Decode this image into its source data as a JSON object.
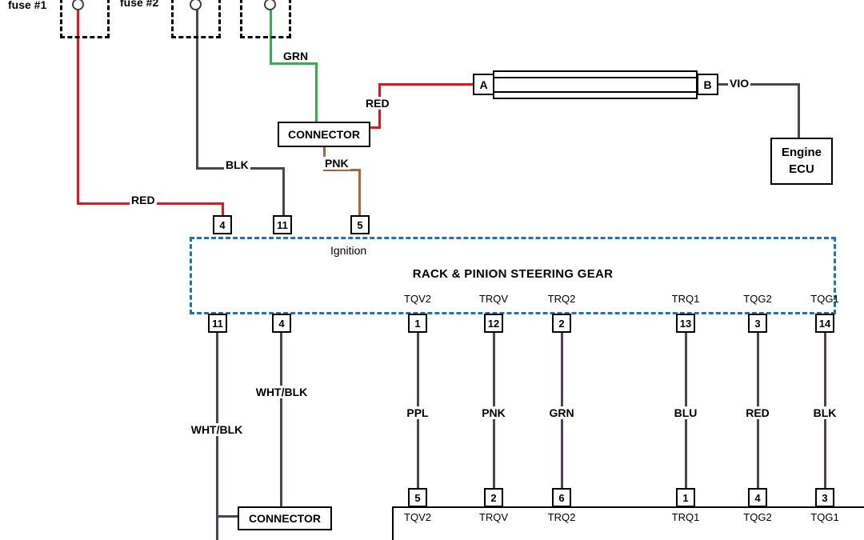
{
  "colors": {
    "wire_red": "#e8131b",
    "wire_dark": "#4c4358",
    "wire_green": "#2eb34b",
    "wire_brown": "#a8653b",
    "rack_border_blue": "#1b75bc"
  },
  "fuses": {
    "fuse1_label": "fuse #1",
    "fuse2_label": "fuse #2"
  },
  "wire_labels": {
    "grn": "GRN",
    "blk": "BLK",
    "red_left": "RED",
    "pnk": "PNK",
    "red_right": "RED",
    "vio": "VIO",
    "whtblk_left": "WHT/BLK",
    "whtblk_right": "WHT/BLK"
  },
  "components": {
    "connector_top": "CONNECTOR",
    "connector_bottom": "CONNECTOR",
    "bus_a": "A",
    "bus_b": "B",
    "ecu_line1": "Engine",
    "ecu_line2": "ECU"
  },
  "rack": {
    "ignition": "Ignition",
    "title": "RACK & PINION STEERING GEAR",
    "top_pins": [
      "4",
      "11",
      "5"
    ],
    "left_pins": [
      "11",
      "4"
    ]
  },
  "harness": {
    "columns": [
      {
        "rack_pin": "1",
        "signal": "TQV2",
        "color": "PPL",
        "bottom_pin": "5"
      },
      {
        "rack_pin": "12",
        "signal": "TRQV",
        "color": "PNK",
        "bottom_pin": "2"
      },
      {
        "rack_pin": "2",
        "signal": "TRQ2",
        "color": "GRN",
        "bottom_pin": "6"
      },
      {
        "rack_pin": "13",
        "signal": "TRQ1",
        "color": "BLU",
        "bottom_pin": "1"
      },
      {
        "rack_pin": "3",
        "signal": "TQG2",
        "color": "RED",
        "bottom_pin": "4"
      },
      {
        "rack_pin": "14",
        "signal": "TQG1",
        "color": "BLK",
        "bottom_pin": "3"
      }
    ]
  }
}
